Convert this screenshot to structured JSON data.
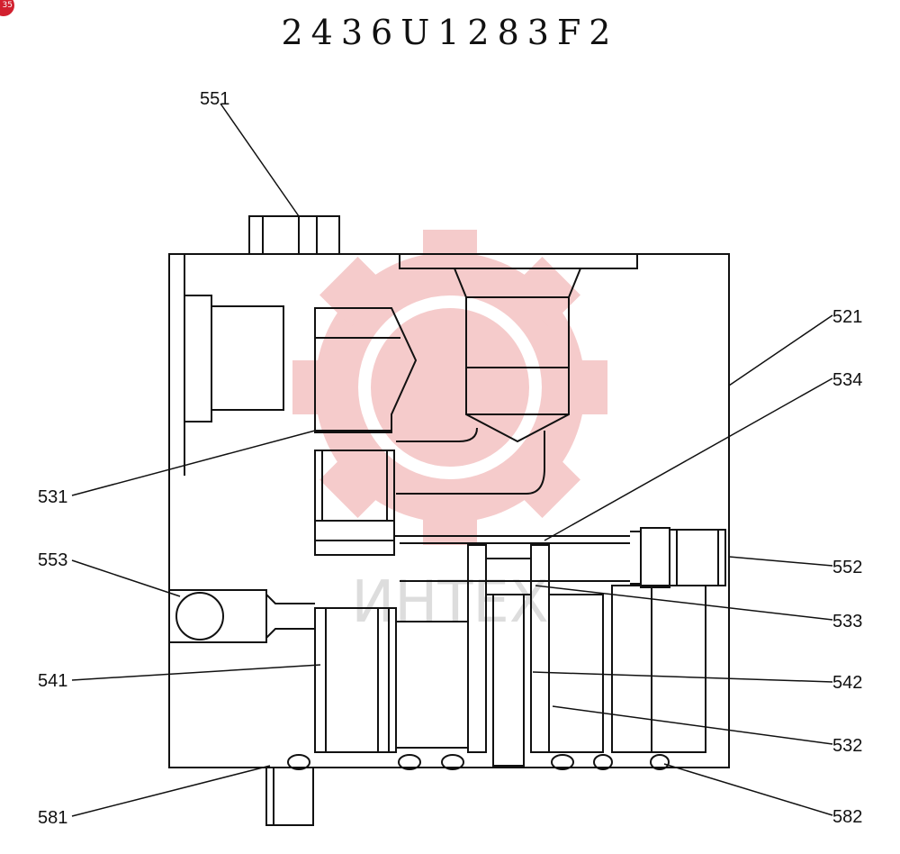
{
  "drawing_number": "2436U1283F2",
  "corner_badge": "35",
  "watermark": {
    "text": "ИНТЕХ",
    "color": "#f2b8b8"
  },
  "callouts": {
    "c551": "551",
    "c521": "521",
    "c534": "534",
    "c531": "531",
    "c553": "553",
    "c552": "552",
    "c533": "533",
    "c541": "541",
    "c542": "542",
    "c532": "532",
    "c581": "581",
    "c582": "582"
  },
  "colors": {
    "line": "#111111",
    "badge": "#d2202f"
  }
}
